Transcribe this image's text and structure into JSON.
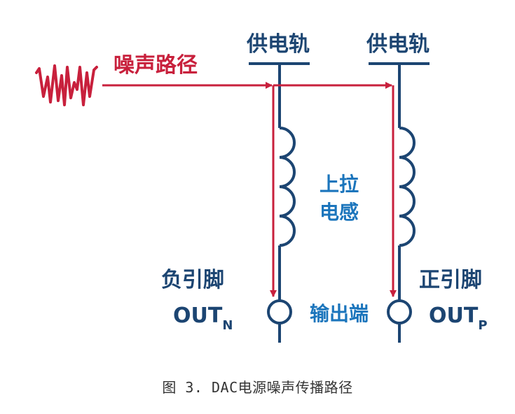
{
  "diagram": {
    "noise_path_label": "噪声路径",
    "rail_left_label": "供电轨",
    "rail_right_label": "供电轨",
    "inductor_label_line1": "上拉",
    "inductor_label_line2": "电感",
    "neg_pin_label": "负引脚",
    "pos_pin_label": "正引脚",
    "out_n_main": "OUT",
    "out_n_sub": "N",
    "out_p_main": "OUT",
    "out_p_sub": "P",
    "output_label": "输出端",
    "noise_source_icon": "noise-waveform-icon"
  },
  "colors": {
    "navy": "#1c4572",
    "red": "#c8203c",
    "blue": "#1b75bc",
    "caption": "#333333"
  },
  "caption": "图 3. DAC电源噪声传播路径"
}
